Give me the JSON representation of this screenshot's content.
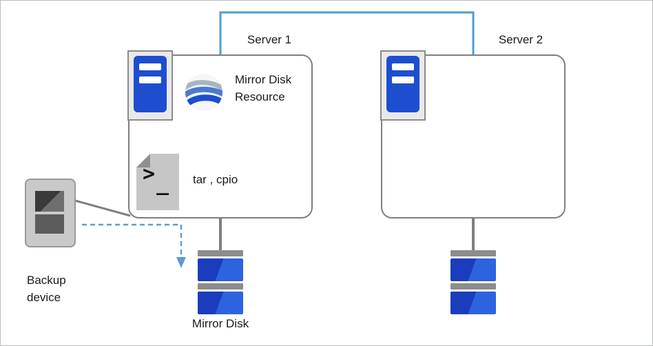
{
  "nodes": {
    "server1": {
      "label": "Server 1"
    },
    "server2": {
      "label": "Server 2"
    },
    "mirror_disk_resource": {
      "label": "Mirror Disk Resource"
    },
    "tar_cpio": {
      "label": "tar , cpio"
    },
    "backup_device": {
      "label": "Backup device"
    },
    "mirror_disk": {
      "label": "Mirror Disk"
    }
  },
  "colors": {
    "server_blue": "#1d4ed0",
    "disk_blue_dark": "#1a3dbd",
    "disk_blue_light": "#2e63e0",
    "network_line": "#4a9fd8",
    "connector_gray": "#7f7f7f",
    "dashed_arrow": "#5b9bd5",
    "icon_gray": "#c6c6c6"
  }
}
